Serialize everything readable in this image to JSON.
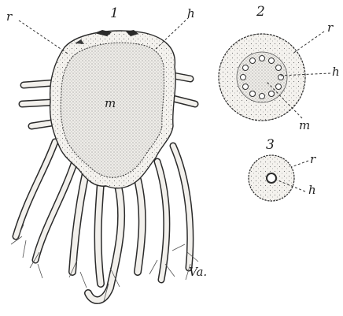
{
  "figure": {
    "panel_1": {
      "number": "1",
      "labels": {
        "r": "r",
        "h": "h",
        "m": "m",
        "va": "Va."
      }
    },
    "panel_2": {
      "number": "2",
      "labels": {
        "r": "r",
        "h": "h",
        "m": "m"
      }
    },
    "panel_3": {
      "number": "3",
      "labels": {
        "r": "r",
        "h": "h"
      }
    }
  }
}
